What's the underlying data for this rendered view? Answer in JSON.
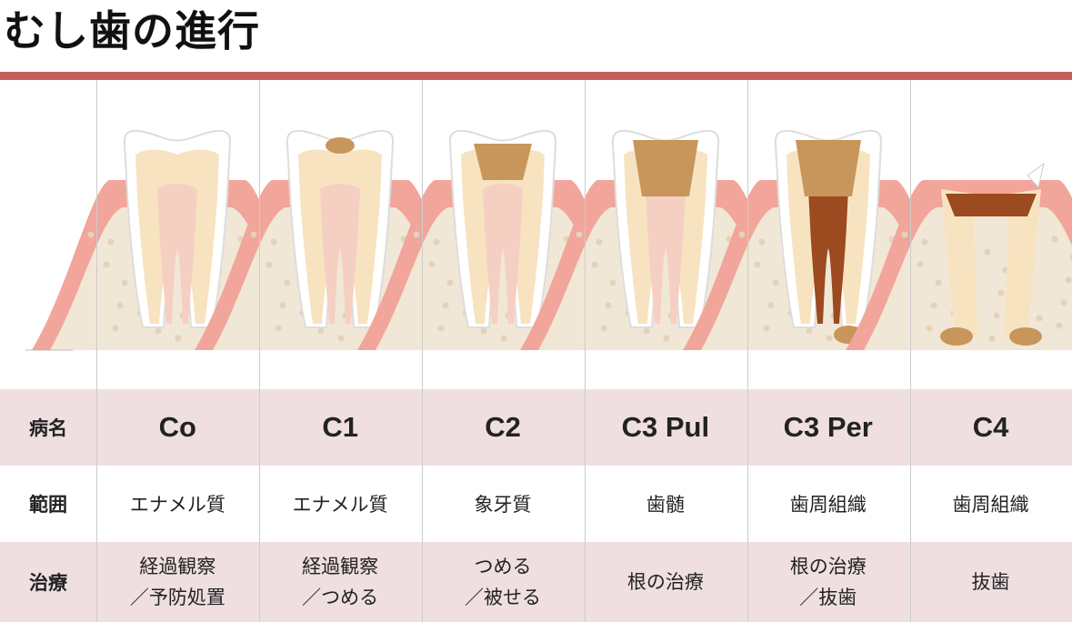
{
  "title": "むし歯の進行",
  "rows": {
    "name": {
      "header": "病名",
      "values": [
        "Co",
        "C1",
        "C2",
        "C3 Pul",
        "C3 Per",
        "C4"
      ]
    },
    "range": {
      "header": "範囲",
      "values": [
        "エナメル質",
        "エナメル質",
        "象牙質",
        "歯髄",
        "歯周組織",
        "歯周組織"
      ]
    },
    "treatment": {
      "header": "治療",
      "values": [
        [
          "経過観察",
          "／予防処置"
        ],
        [
          "経過観察",
          "／つめる"
        ],
        [
          "つめる",
          "／被せる"
        ],
        [
          "根の治療"
        ],
        [
          "根の治療",
          "／抜歯"
        ],
        [
          "抜歯"
        ]
      ]
    }
  },
  "colors": {
    "accent_rule": "#c45e5c",
    "pink_row": "#efdfe1",
    "gum": "#f2a59a",
    "bone": "#f1e7d6",
    "enamel": "#ffffff",
    "dentin": "#f7e3c0",
    "pulp": "#f6cfc3",
    "decay": "#c8955a",
    "deep_decay": "#9c4a1f"
  }
}
